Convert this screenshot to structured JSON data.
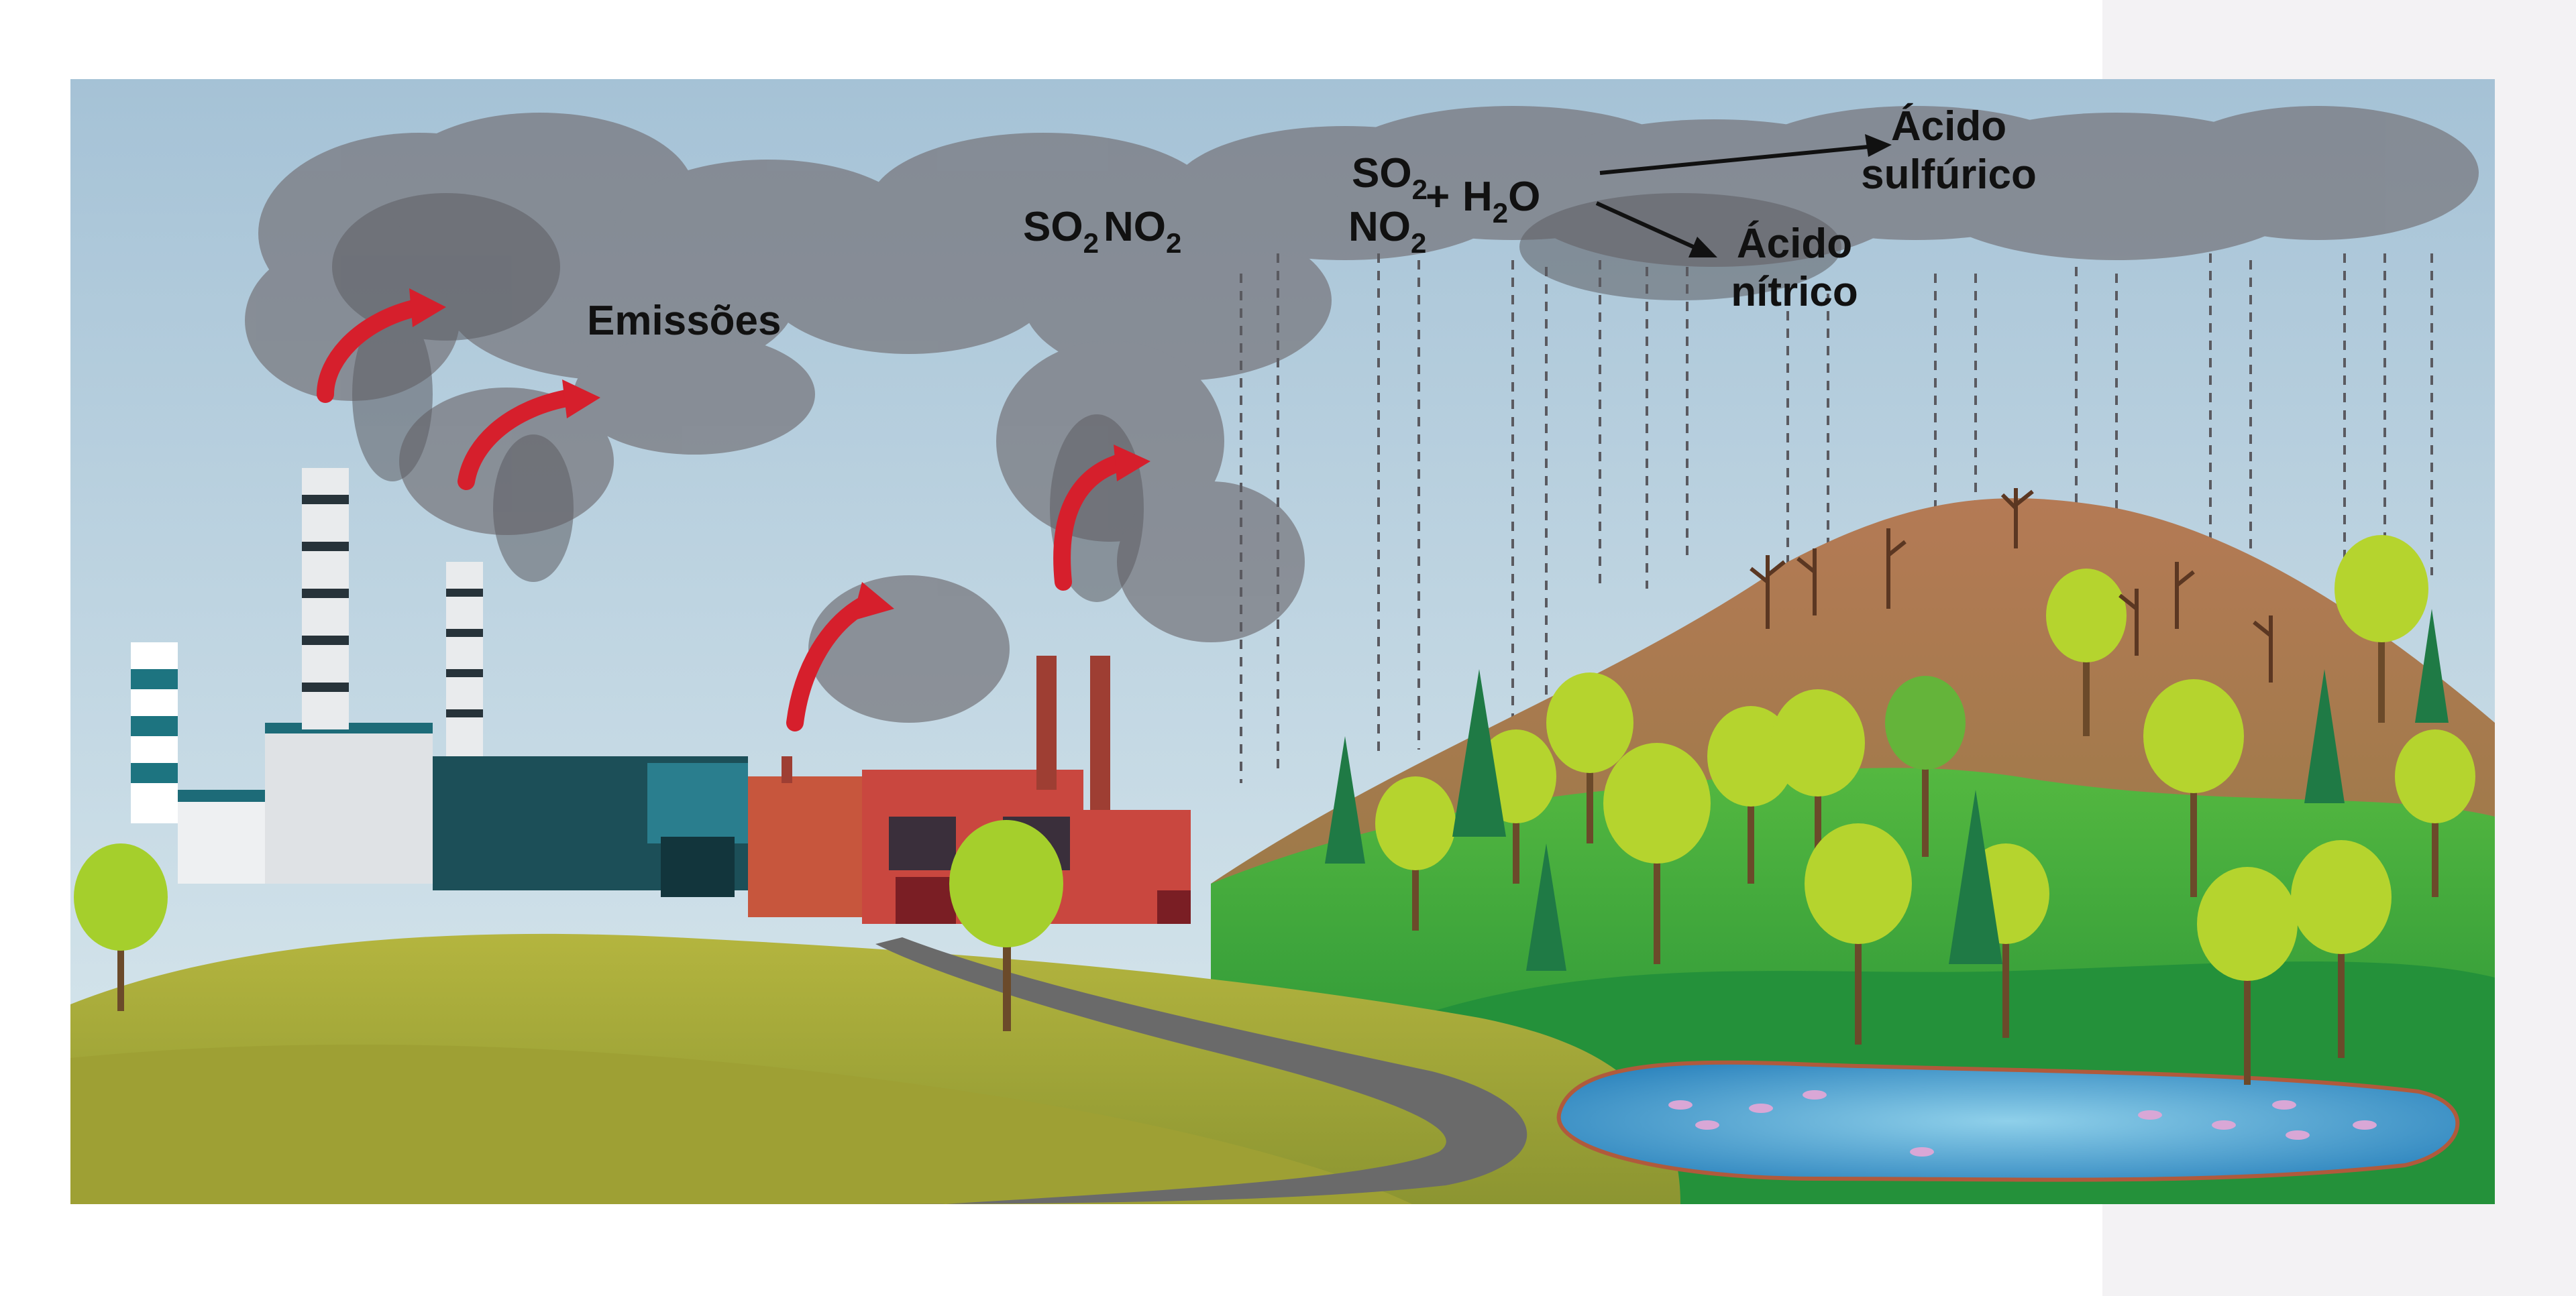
{
  "labels": {
    "emissions": "Emissões",
    "so2": {
      "base": "SO",
      "sub": "2"
    },
    "no2": {
      "base": "NO",
      "sub": "2"
    },
    "reaction_so2": {
      "base": "SO",
      "sub": "2"
    },
    "reaction_no2": {
      "base": "NO",
      "sub": "2"
    },
    "reaction_plus": "+",
    "reaction_water": {
      "base": "H",
      "sub": "2",
      "tail": "O"
    },
    "sulfuric_line1": "Ácido",
    "sulfuric_line2": "sulfúrico",
    "nitric_line1": "Ácido",
    "nitric_line2": "nítrico"
  },
  "colors": {
    "sky_top": "#a9c6d8",
    "sky_bottom": "#d5e6ec",
    "smoke_dark": "#6f6f76",
    "smoke_light": "#9a9ba1",
    "emission_arrow": "#d61f2c",
    "hill_brown": "#b9825a",
    "hill_green": "#2ea43b",
    "meadow": "#9aa63a",
    "road": "#6b6b6b",
    "lake": "#3a95c9",
    "tree_leaf": "#a8cf2a",
    "pine": "#1f7a45",
    "brick": "#c9473f",
    "factory_teal": "#1d6470",
    "text": "#111111",
    "right_strip": "#f3f2f4"
  },
  "icons": [
    "factory-icon",
    "chimney-icon",
    "smoke-cloud-icon",
    "emission-arrow-icon",
    "acid-rain-icon",
    "tree-icon",
    "pine-tree-icon",
    "dead-tree-icon",
    "lake-icon",
    "fish-icon",
    "road-icon",
    "reaction-arrow-icon"
  ]
}
